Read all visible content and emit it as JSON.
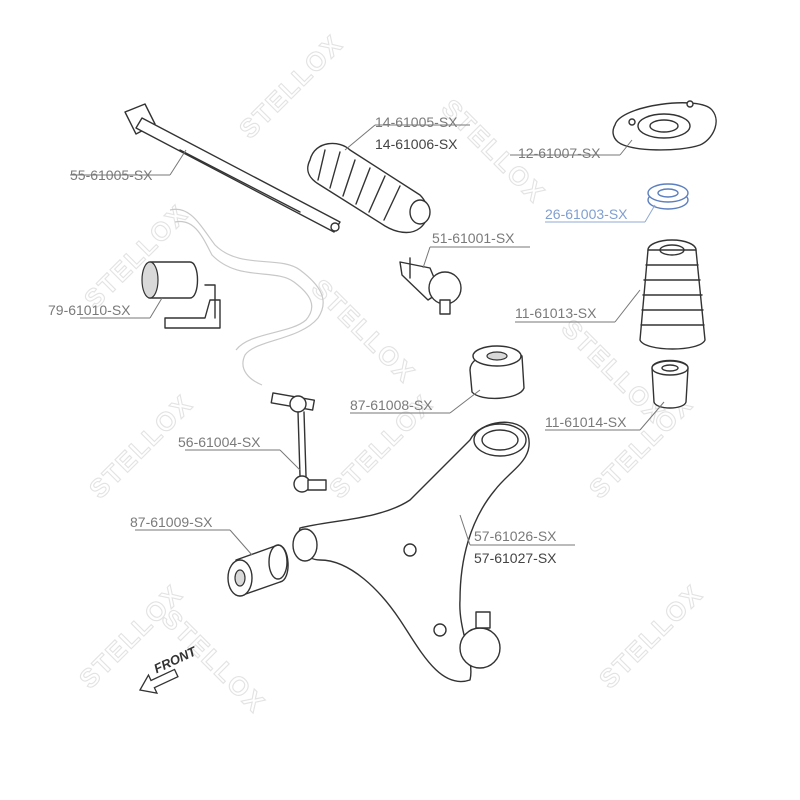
{
  "watermark": "STELLOX",
  "front_label": "FRONT",
  "parts": {
    "tie_rod": "55-61005-SX",
    "boot_1": "14-61005-SX",
    "boot_2": "14-61006-SX",
    "strut_mount": "12-61007-SX",
    "bearing": "26-61003-SX",
    "tie_rod_end": "51-61001-SX",
    "stab_bushing": "79-61010-SX",
    "bump_boot": "11-61013-SX",
    "arm_bushing_rear": "87-61008-SX",
    "bump_stop": "11-61014-SX",
    "stab_link": "56-61004-SX",
    "arm_bushing_front": "87-61009-SX",
    "control_arm_1": "57-61026-SX",
    "control_arm_2": "57-61027-SX"
  }
}
